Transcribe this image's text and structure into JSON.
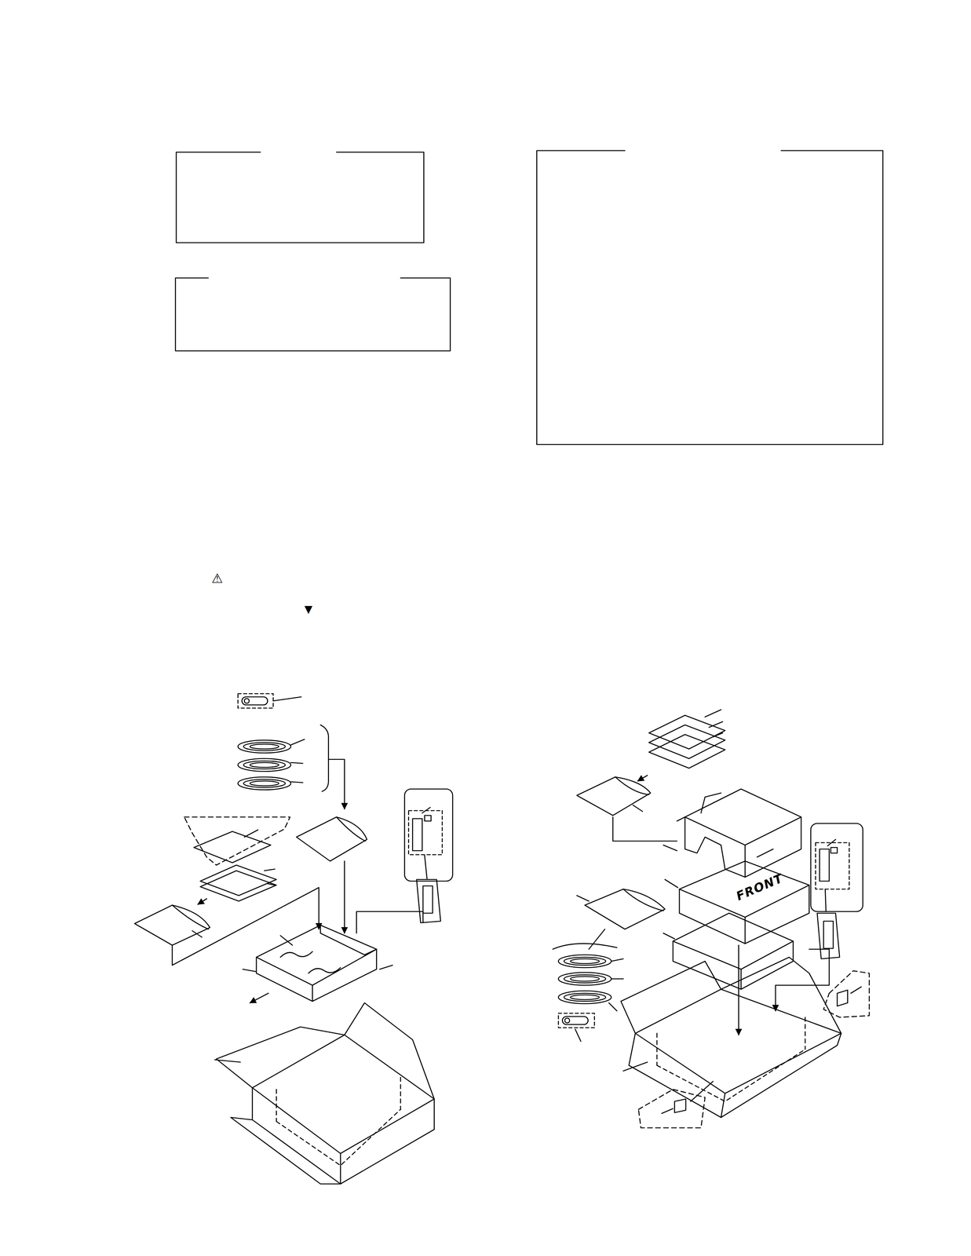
{
  "diagram": {
    "labels": [
      "⚠",
      "▼",
      "FRONT"
    ]
  }
}
